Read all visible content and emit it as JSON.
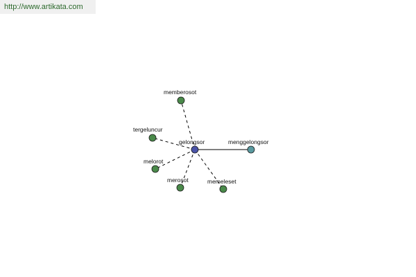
{
  "banner": {
    "url_text": "http://www.artikata.com"
  },
  "graph": {
    "center": {
      "id": "gelongsor",
      "label": "gelongsor",
      "color": "#4b54a8"
    },
    "nodes": [
      {
        "id": "memberosot",
        "label": "memberosot",
        "color": "#4a8a4a",
        "edge": "dashed"
      },
      {
        "id": "tergeluncur",
        "label": "tergeluncur",
        "color": "#4a8a4a",
        "edge": "dashed"
      },
      {
        "id": "melorot",
        "label": "melorot",
        "color": "#4a8a4a",
        "edge": "dashed"
      },
      {
        "id": "merosot",
        "label": "merosot",
        "color": "#4a8a4a",
        "edge": "dashed"
      },
      {
        "id": "memeleset",
        "label": "memeleset",
        "color": "#4a8a4a",
        "edge": "dashed"
      },
      {
        "id": "menggelongsor",
        "label": "menggelongsor",
        "color": "#5a9aa0",
        "edge": "solid"
      }
    ]
  }
}
